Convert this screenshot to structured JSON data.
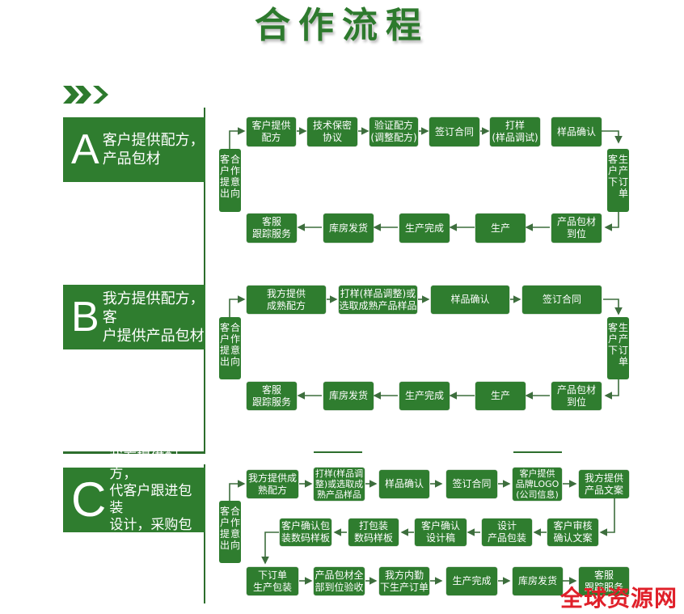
{
  "title": "合作流程",
  "colors": {
    "green": "#2f7d2f",
    "line": "#2d6e2d",
    "watermark": "#e0202a"
  },
  "sections": [
    {
      "letter": "A",
      "label": "客户提供配方，产品包材",
      "label_lines": [
        "客户提供配方，",
        "产品包材"
      ],
      "start_node": {
        "cols": [
          "客户提出",
          "合作意向"
        ]
      },
      "top_row": [
        "客户提供\n配方",
        "技术保密\n协议",
        "验证配方\n(调整配方)",
        "签订合同",
        "打样\n(样品调试)",
        "样品确认"
      ],
      "right_node": {
        "cols": [
          "客户下",
          "生产订单"
        ]
      },
      "bottom_row": [
        "客服\n跟踪服务",
        "库房发货",
        "生产完成",
        "生产",
        "产品包材\n到位"
      ]
    },
    {
      "letter": "B",
      "label": "我方提供配方，客户提供产品包材",
      "label_lines": [
        "我方提供配方，客",
        "户提供产品包材"
      ],
      "start_node": {
        "cols": [
          "客户提出",
          "合作意向"
        ]
      },
      "top_row": [
        "我方提供\n成熟配方",
        "打样(样品调整)或\n选取成熟产品样品",
        "样品确认",
        "签订合同"
      ],
      "right_node": {
        "cols": [
          "客户下",
          "生产订单"
        ]
      },
      "bottom_row": [
        "客服\n跟踪服务",
        "库房发货",
        "生产完成",
        "生产",
        "产品包材\n到位"
      ]
    },
    {
      "letter": "C",
      "label": "我方提供配方，代客户跟进包装设计，采购包材",
      "label_lines": [
        "我方提供配方，",
        "代客户跟进包装",
        "设计，采购包材"
      ],
      "start_node": {
        "cols": [
          "客户提出",
          "合作意向"
        ]
      },
      "top_row": [
        "我方提供成\n熟配方",
        "打样(样品调\n整)或选取成\n熟产品样品",
        "样品确认",
        "签订合同",
        "客户提供\n品牌LOGO\n(公司信息)",
        "我方提供\n产品文案"
      ],
      "middle_row": [
        "客户确认包\n装数码样板",
        "打包装\n数码样板",
        "客户确认\n设计稿",
        "设计\n产品包装",
        "客户审核\n确认文案"
      ],
      "bottom_row": [
        "下订单\n生产包装",
        "产品包材全\n部到位验收",
        "我方内勤\n下生产订单",
        "生产完成",
        "库房发货",
        "客服\n跟踪服务"
      ]
    }
  ],
  "watermark": "全球资源网"
}
